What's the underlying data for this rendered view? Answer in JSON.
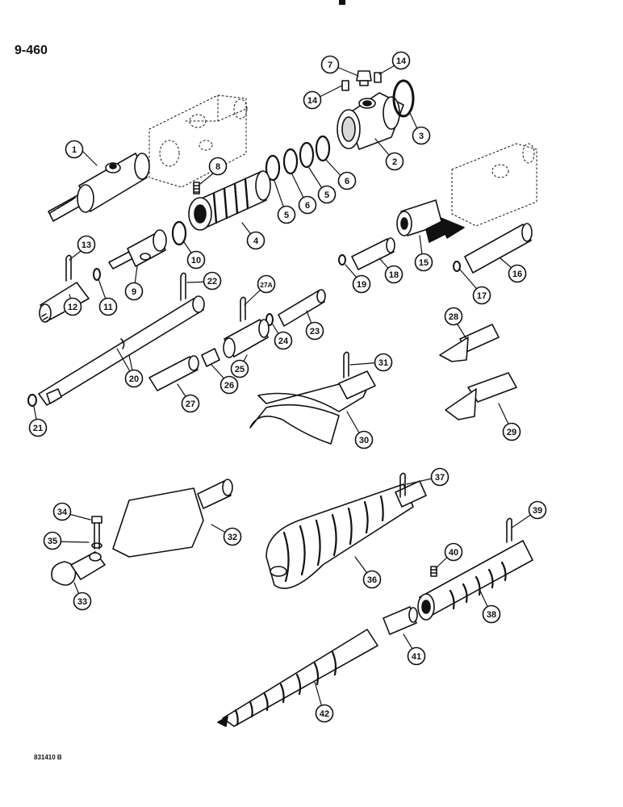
{
  "page": {
    "label": "9-460",
    "figure_code": "831410 B"
  },
  "callouts": [
    "1",
    "2",
    "3",
    "4",
    "5",
    "5",
    "6",
    "6",
    "7",
    "8",
    "9",
    "10",
    "11",
    "12",
    "13",
    "14",
    "14",
    "15",
    "16",
    "17",
    "18",
    "19",
    "20",
    "21",
    "22",
    "23",
    "24",
    "25",
    "26",
    "27",
    "27A",
    "28",
    "29",
    "30",
    "31",
    "32",
    "33",
    "34",
    "35",
    "36",
    "37",
    "38",
    "39",
    "40",
    "41",
    "42"
  ],
  "colors": {
    "ink": "#111111",
    "paper": "#ffffff",
    "shade": "#d8d8d8"
  }
}
